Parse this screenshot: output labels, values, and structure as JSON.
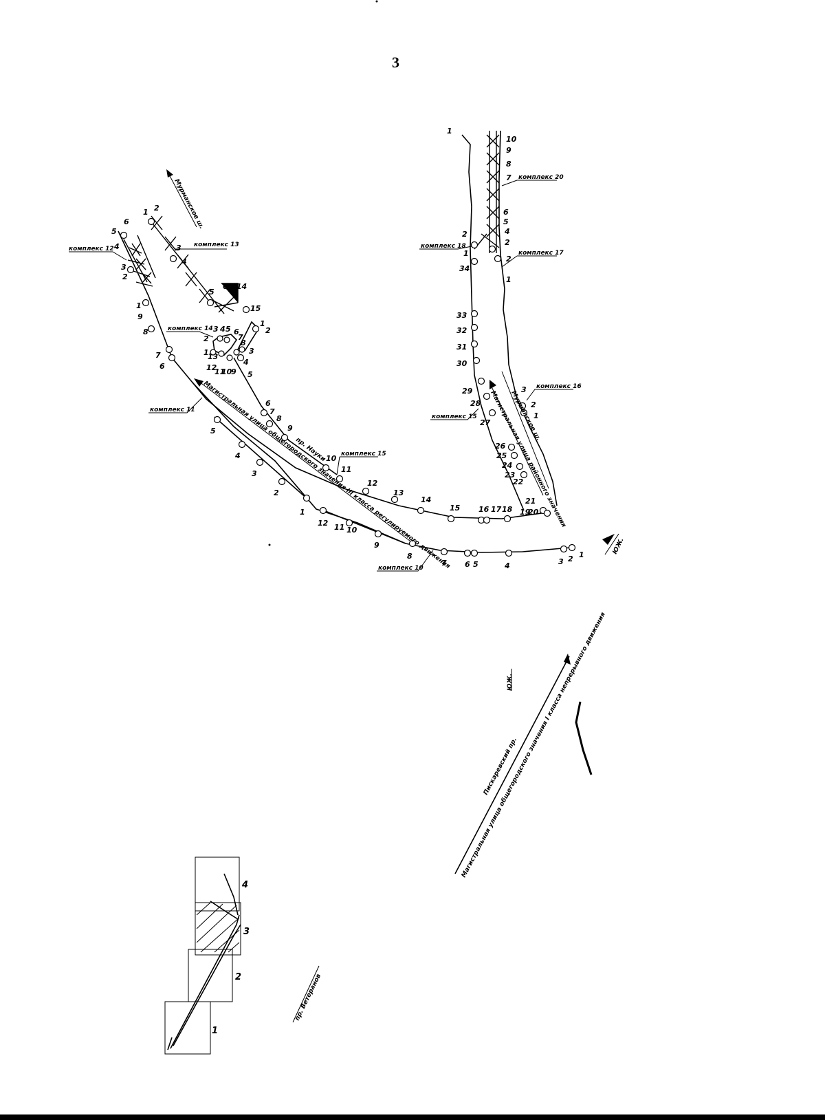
{
  "page_number": "3",
  "colors": {
    "ink": "#000000",
    "paper": "#ffffff"
  },
  "markers": {
    "k10": "комплекс 10",
    "k11": "комплекс 11",
    "k12": "комплекс 12",
    "k13": "комплекс 13",
    "k14": "комплекс 14",
    "k15a": "комплекс 15",
    "k15b": "комплекс 15",
    "k16": "комплекс 16",
    "k17": "комплекс 17",
    "k18": "комплекс 18",
    "k20": "комплекс 20"
  },
  "streets": {
    "left_road": "Магистральная улица общегородского значения III класса регулируемого движения",
    "left_road_alt": "пр. Науки",
    "road_top": "Мурманское ш.",
    "right_road": "Мурманское ш.",
    "right_road2": "Магистральная улица районного значения",
    "lower_road_name": "Пискаревский пр.",
    "lower_road_desc": "Магистральная улица общегородского значения I класса непрерывного движения",
    "lower_left": "пр. Ветеранов"
  },
  "north_arrows": {
    "top": "ЮЖ.",
    "mid": "ЮЖ."
  },
  "sheet_index": {
    "s1": "1",
    "s2": "2",
    "s3": "3",
    "s4": "4"
  }
}
